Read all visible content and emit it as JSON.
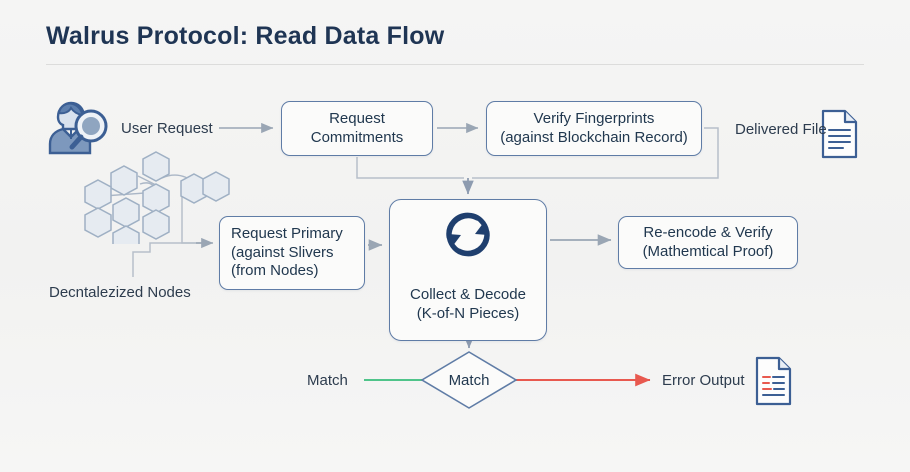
{
  "page": {
    "title": "Walrus Protocol: Read Data Flow",
    "background_color": "#f4f4f3",
    "title_color": "#1f3554"
  },
  "colors": {
    "node_border": "#5f7ca6",
    "node_fill": "#fbfbfa",
    "text": "#21384f",
    "connector": "#9aa6b4",
    "match_line": "#4fc48a",
    "error_line": "#e8594f",
    "icon_blue": "#3c5f94"
  },
  "diagram": {
    "type": "flowchart",
    "nodes": [
      {
        "id": "user-request",
        "kind": "label-with-icon",
        "icon": "user-magnifier-icon",
        "label": "User Request"
      },
      {
        "id": "request-commitments",
        "kind": "rounded-box",
        "line1": "Request",
        "line2": "Commitments"
      },
      {
        "id": "verify-fingerprints",
        "kind": "rounded-box",
        "line1": "Verify Fingerprints",
        "line2": "(against Blockchain Record)"
      },
      {
        "id": "delivered-file",
        "kind": "label-with-icon",
        "icon": "document-icon",
        "label": "Delivered File"
      },
      {
        "id": "decentralized-nodes",
        "kind": "label-with-icon",
        "icon": "hexagon-network-icon",
        "label": "Decntalezized Nodes"
      },
      {
        "id": "request-primary",
        "kind": "rounded-box",
        "line1": "Request Primary",
        "line2": "(against Slivers",
        "line3": "(from Nodes)"
      },
      {
        "id": "collect-decode",
        "kind": "rounded-box",
        "icon": "sync-circular-arrows-icon",
        "line1": "Collect & Decode",
        "line2": "(K-of-N Pieces)"
      },
      {
        "id": "reencode-verify",
        "kind": "rounded-box",
        "line1": "Re-encode & Verify",
        "line2": "(Mathemtical Proof)"
      },
      {
        "id": "match-decision",
        "kind": "diamond",
        "label": "Match"
      },
      {
        "id": "match-source",
        "kind": "plain-label",
        "label": "Match"
      },
      {
        "id": "error-output",
        "kind": "label-with-icon",
        "icon": "document-error-icon",
        "label": "Error Output"
      }
    ],
    "edges": [
      {
        "from": "user-request",
        "to": "request-commitments",
        "style": "arrow",
        "color": "#9aa6b4"
      },
      {
        "from": "request-commitments",
        "to": "verify-fingerprints",
        "style": "arrow",
        "color": "#9aa6b4"
      },
      {
        "from": "request-commitments",
        "to": "collect-decode",
        "style": "elbow-arrow",
        "color": "#9aa6b4"
      },
      {
        "from": "verify-fingerprints",
        "to": "collect-decode",
        "style": "elbow-arrow",
        "color": "#9aa6b4"
      },
      {
        "from": "decentralized-nodes",
        "to": "request-primary",
        "style": "elbow-arrow",
        "color": "#9aa6b4"
      },
      {
        "from": "request-primary",
        "to": "collect-decode",
        "style": "arrow",
        "color": "#9aa6b4"
      },
      {
        "from": "collect-decode",
        "to": "reencode-verify",
        "style": "arrow",
        "color": "#9aa6b4"
      },
      {
        "from": "collect-decode",
        "to": "match-decision",
        "style": "arrow",
        "color": "#9aa6b4"
      },
      {
        "from": "match-source",
        "to": "match-decision",
        "style": "line",
        "color": "#4fc48a"
      },
      {
        "from": "match-decision",
        "to": "error-output",
        "style": "arrow",
        "color": "#e8594f"
      }
    ]
  }
}
